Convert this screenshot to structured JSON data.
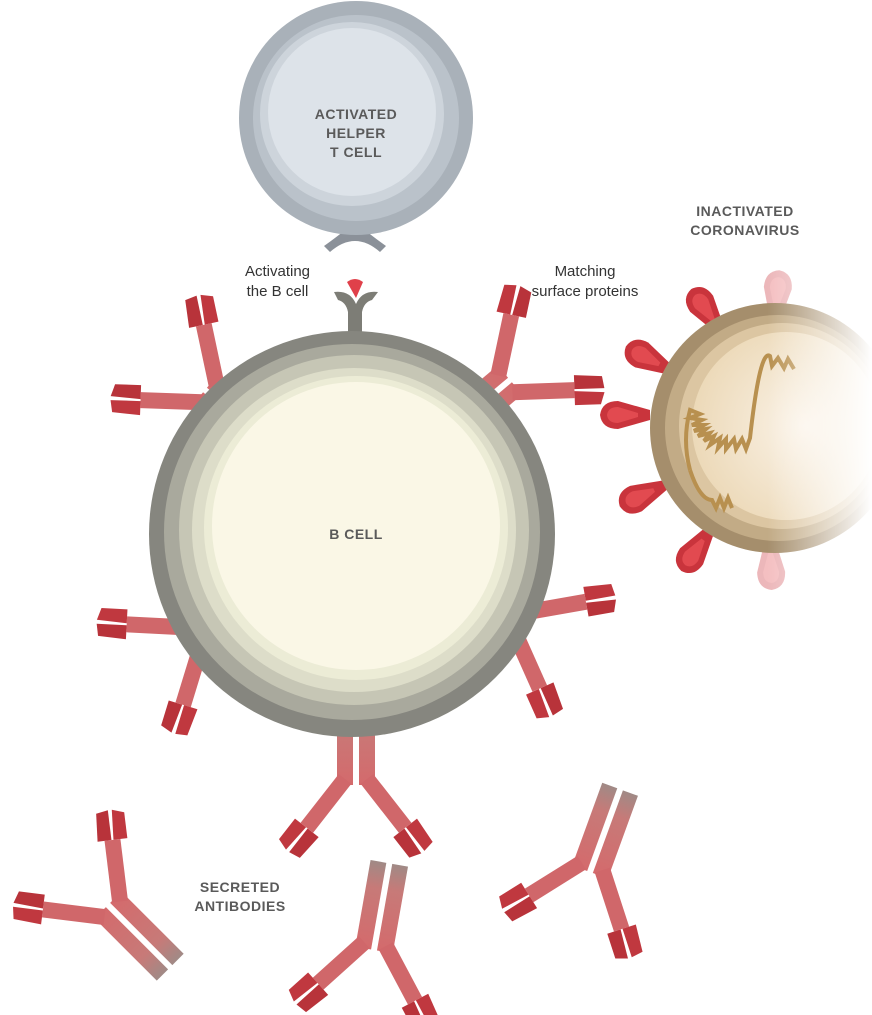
{
  "labels": {
    "t_cell": "ACTIVATED\nHELPER\nT CELL",
    "activating": "Activating\nthe B cell",
    "matching": "Matching\nsurface proteins",
    "virus": "INACTIVATED\nCORONAVIRUS",
    "b_cell": "B CELL",
    "antibodies": "SECRETED\nANTIBODIES"
  },
  "colors": {
    "antibody": "#d0676a",
    "antibody_tip": "#c0383f",
    "t_cell": "#aab2ba",
    "b_cell_core": "#faf7e6",
    "virus": "#a58e6c"
  }
}
